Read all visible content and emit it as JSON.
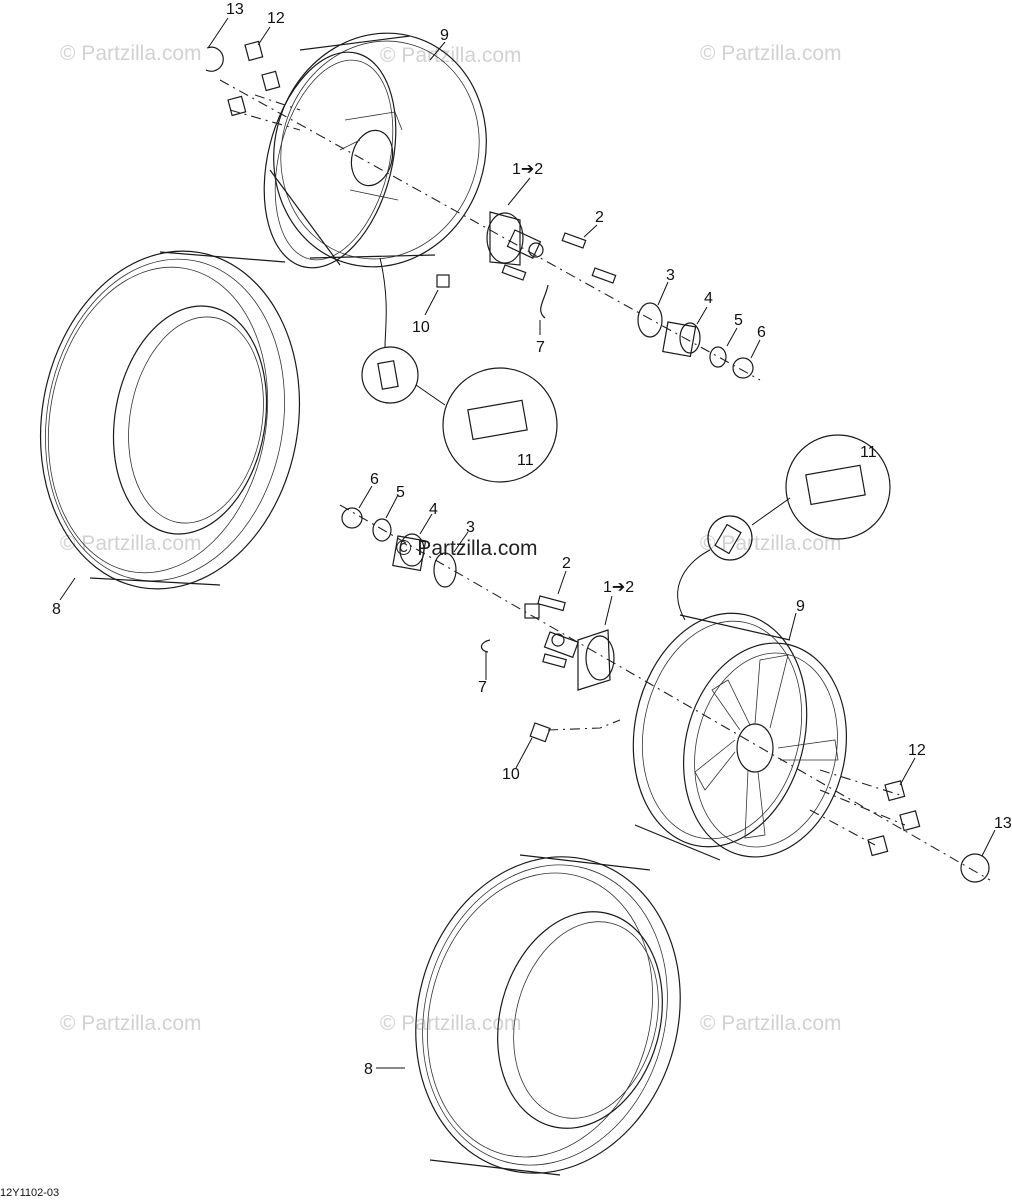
{
  "watermark": "© Partzilla.com",
  "watermark_center": "© Partzilla.com",
  "drawing_code": "12Y1102-03",
  "labels": {
    "top_13": "13",
    "top_12": "12",
    "top_9": "9",
    "top_1to2": "1➔2",
    "top_2": "2",
    "top_3": "3",
    "top_4": "4",
    "top_5": "5",
    "top_6": "6",
    "top_7": "7",
    "top_10": "10",
    "top_11": "11",
    "top_8": "8",
    "bot_6": "6",
    "bot_5": "5",
    "bot_4": "4",
    "bot_3": "3",
    "bot_2": "2",
    "bot_1to2": "1➔2",
    "bot_7": "7",
    "bot_10": "10",
    "bot_11": "11",
    "bot_9": "9",
    "bot_12": "12",
    "bot_13": "13",
    "bot_8": "8"
  }
}
